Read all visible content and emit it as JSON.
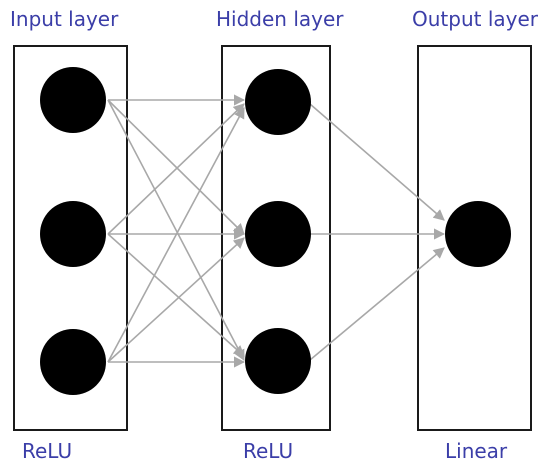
{
  "layers": [
    {
      "title": "Input layer",
      "activation": "ReLU",
      "neurons": 3
    },
    {
      "title": "Hidden layer",
      "activation": "ReLU",
      "neurons": 3
    },
    {
      "title": "Output layer",
      "activation": "Linear",
      "neurons": 1
    }
  ],
  "colors": {
    "label": "#3b3ea8",
    "box_border": "#1a1a1a",
    "neuron": "#000000",
    "edge": "#a8a8a8"
  }
}
